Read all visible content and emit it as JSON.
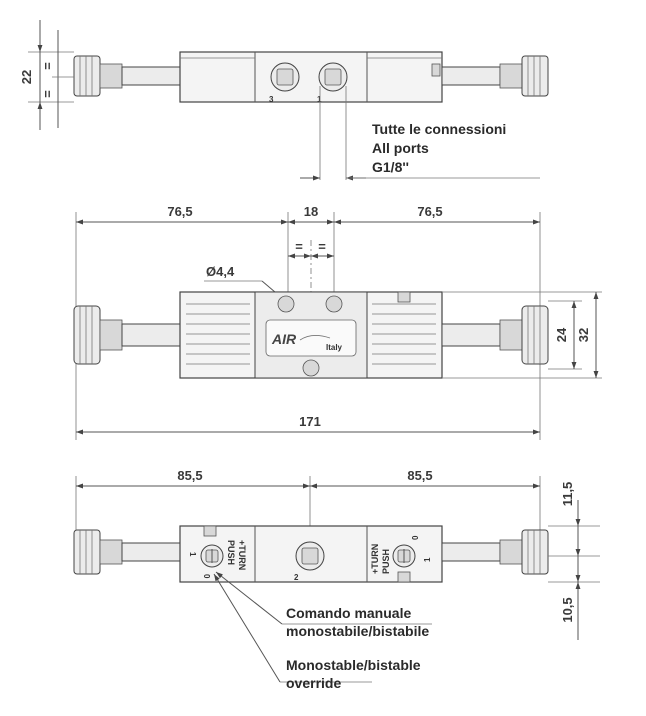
{
  "top_view": {
    "dim_22": "22",
    "eq_a": "=",
    "eq_b": "=",
    "port_3": "3",
    "port_1": "1",
    "note_line1": "Tutte le connessioni",
    "note_line2": "All ports",
    "note_line3": "G1/8''"
  },
  "middle_view": {
    "dim_left": "76,5",
    "dim_center": "18",
    "dim_right": "76,5",
    "eq_a": "=",
    "eq_b": "=",
    "hole_dia": "Ø4,4",
    "brand_main": "AIR",
    "brand_sub": "Italy",
    "dim_24": "24",
    "dim_32": "32",
    "dim_total": "171"
  },
  "bottom_view": {
    "dim_left": "85,5",
    "dim_right": "85,5",
    "dim_11_5": "11,5",
    "dim_10_5": "10,5",
    "left_label_push": "PUSH",
    "left_label_turn": "+TURN",
    "right_label_push": "PUSH",
    "right_label_turn": "+TURN",
    "left_pos_1": "1",
    "left_pos_0": "0",
    "right_pos_1": "1",
    "right_pos_0": "0",
    "port_2": "2",
    "note_it_line1": "Comando manuale",
    "note_it_line2": "monostabile/bistabile",
    "note_en_line1": "Monostable/bistable",
    "note_en_line2": "override"
  }
}
